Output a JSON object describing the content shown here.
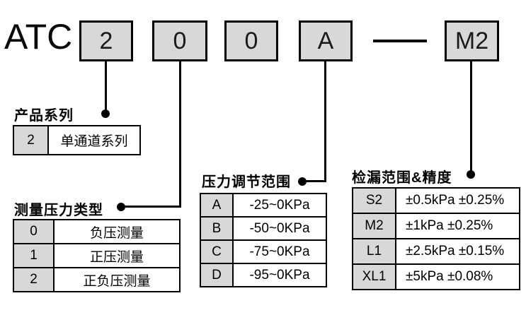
{
  "brand": "ATC",
  "code": {
    "boxes": [
      "2",
      "0",
      "0",
      "A"
    ],
    "separator": "—",
    "suffix": "M2"
  },
  "sections": {
    "product_series": {
      "label": "产品系列",
      "rows": [
        {
          "key": "2",
          "value": "单通道系列"
        }
      ]
    },
    "pressure_type": {
      "label": "测量压力类型",
      "rows": [
        {
          "key": "0",
          "value": "负压测量"
        },
        {
          "key": "1",
          "value": "正压测量"
        },
        {
          "key": "2",
          "value": "正负压测量"
        }
      ]
    },
    "adjust_range": {
      "label": "压力调节范围",
      "rows": [
        {
          "key": "A",
          "value": "-25~0KPa"
        },
        {
          "key": "B",
          "value": "-50~0KPa"
        },
        {
          "key": "C",
          "value": "-75~0KPa"
        },
        {
          "key": "D",
          "value": "-95~0KPa"
        }
      ]
    },
    "leak_accuracy": {
      "label": "检漏范围&精度",
      "rows": [
        {
          "key": "S2",
          "value": "±0.5kPa ±0.25%"
        },
        {
          "key": "M2",
          "value": "±1kPa ±0.25%"
        },
        {
          "key": "L1",
          "value": "±2.5kPa ±0.15%"
        },
        {
          "key": "XL1",
          "value": "±5kPa ±0.08%"
        }
      ]
    }
  },
  "colors": {
    "box_fill": "#d8d8d8",
    "line": "#000000",
    "background": "#ffffff"
  }
}
